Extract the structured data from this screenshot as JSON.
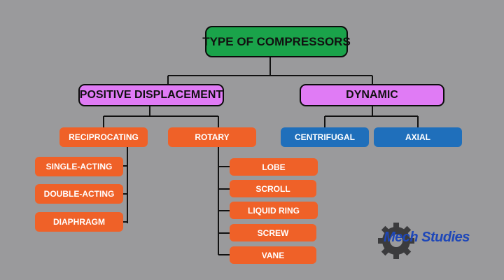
{
  "diagram": {
    "root": "TYPE OF COMPRESSORS",
    "categories": [
      {
        "label": "POSITIVE DISPLACEMENT"
      },
      {
        "label": "DYNAMIC"
      }
    ],
    "positive_displacement": {
      "reciprocating": {
        "label": "RECIPROCATING",
        "children": [
          "SINGLE-ACTING",
          "DOUBLE-ACTING",
          "DIAPHRAGM"
        ]
      },
      "rotary": {
        "label": "ROTARY",
        "children": [
          "LOBE",
          "SCROLL",
          "LIQUID RING",
          "SCREW",
          "VANE"
        ]
      }
    },
    "dynamic": {
      "children": [
        "CENTRIFUGAL",
        "AXIAL"
      ]
    }
  },
  "logo": {
    "text": "Mech Studies",
    "icon": "gear-icon"
  },
  "colors": {
    "background": "#9a9a9c",
    "root": "#1aa34a",
    "category": "#e07bf5",
    "positive_sub": "#ef6128",
    "dynamic_sub": "#1f6fbb",
    "connector": "#111111"
  }
}
